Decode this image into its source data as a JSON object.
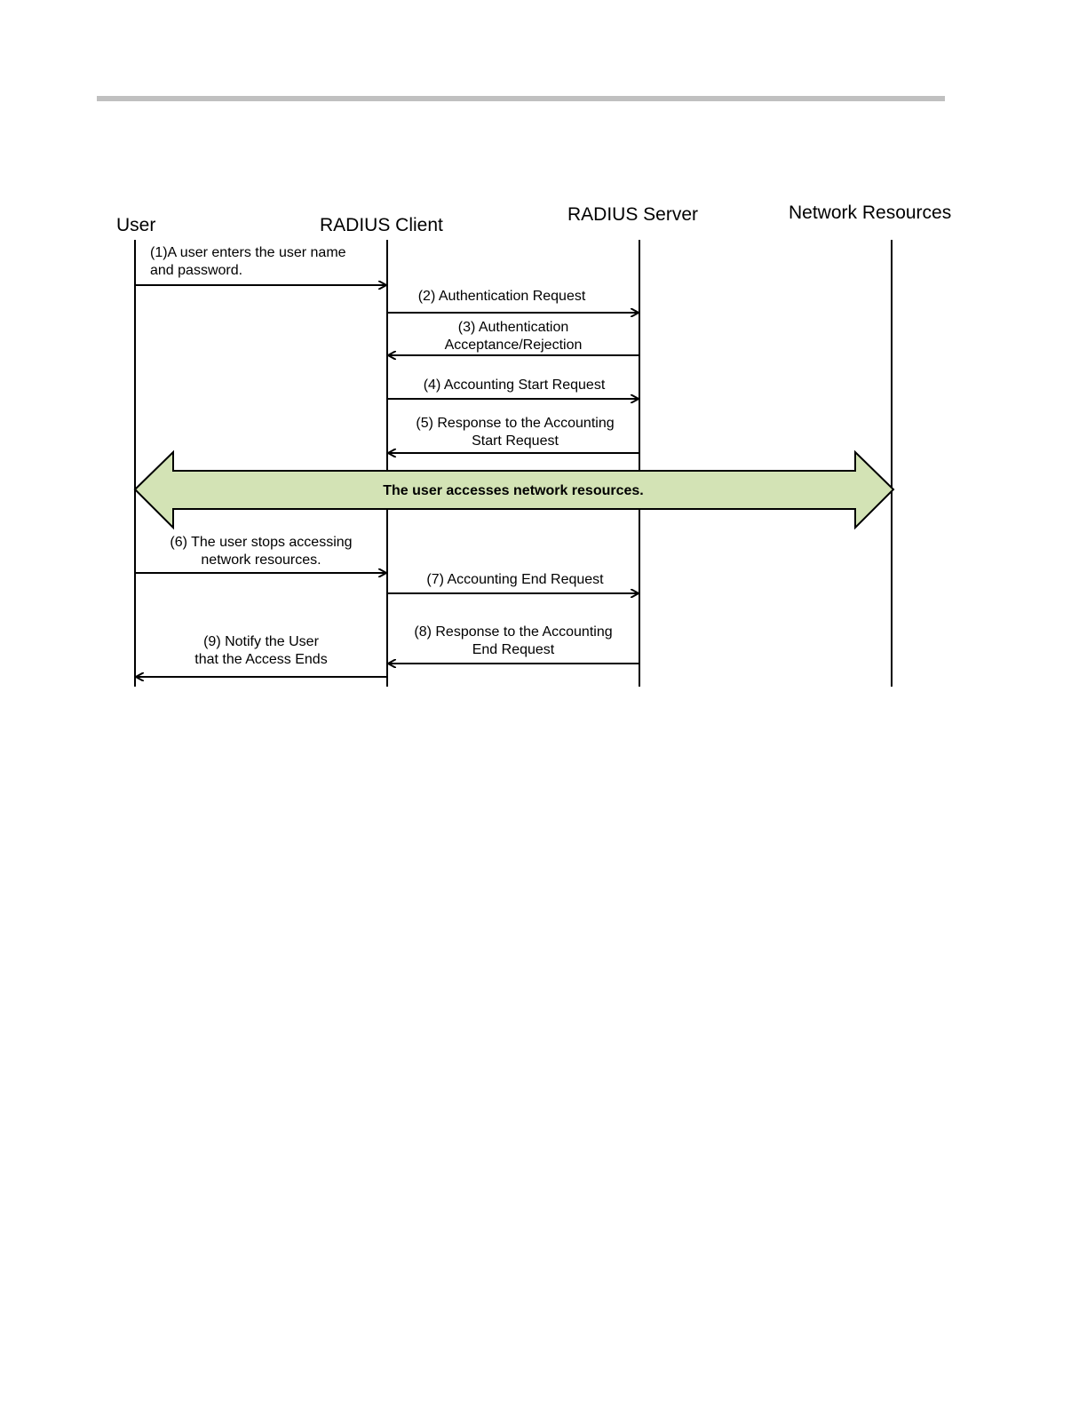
{
  "entities": {
    "user": "User",
    "radius_client": "RADIUS Client",
    "radius_server": "RADIUS Server",
    "network_resources": "Network Resources"
  },
  "messages": {
    "m1": {
      "line1": "(1)A user enters the user name",
      "line2": "and password."
    },
    "m2": {
      "line1": "(2) Authentication Request"
    },
    "m3": {
      "line1": "(3) Authentication",
      "line2": "Acceptance/Rejection"
    },
    "m4": {
      "line1": "(4) Accounting Start Request"
    },
    "m5": {
      "line1": "(5) Response to the Accounting",
      "line2": "Start Request"
    },
    "m6": {
      "line1": "(6) The user stops accessing",
      "line2": "network resources."
    },
    "m7": {
      "line1": "(7) Accounting End Request"
    },
    "m8": {
      "line1": "(8) Response to the Accounting",
      "line2": "End Request"
    },
    "m9": {
      "line1": "(9) Notify the User",
      "line2": "that the Access Ends"
    }
  },
  "access_band": {
    "label": "The user accesses network resources."
  },
  "colors": {
    "band_fill": "#d3e3b5",
    "page_rule": "#c0c0c0",
    "line": "#000000"
  }
}
